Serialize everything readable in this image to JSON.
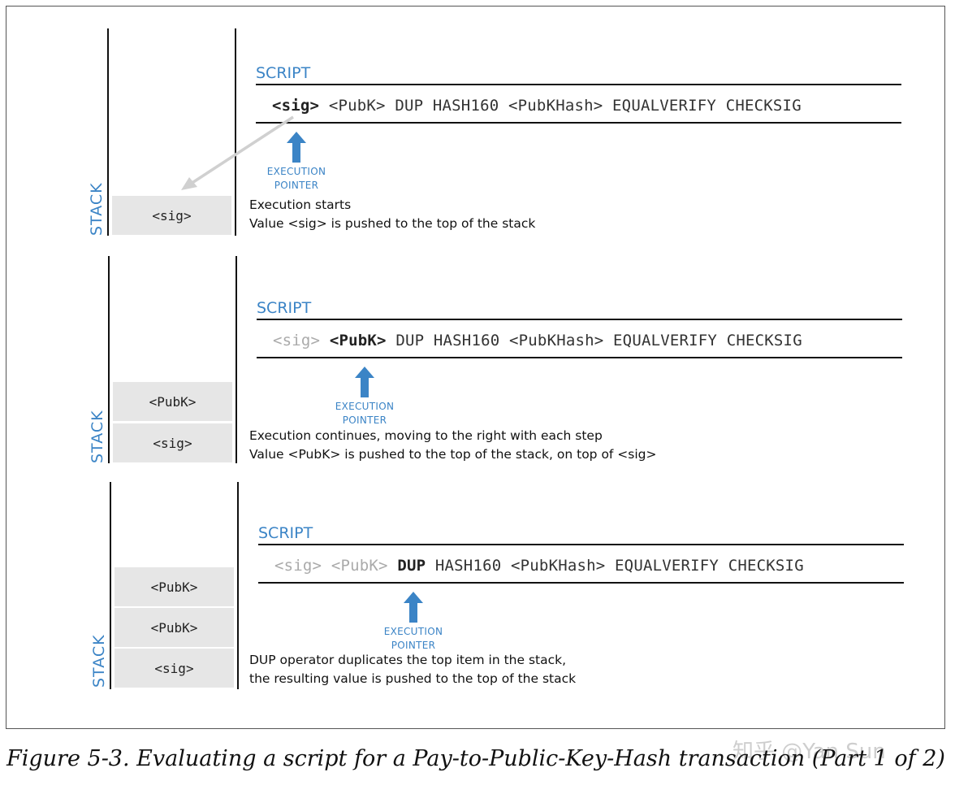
{
  "panels": [
    {
      "script_label": "SCRIPT",
      "stack_label": "STACK",
      "tokens": [
        {
          "text": "<sig>",
          "state": "current"
        },
        {
          "text": "<PubK>",
          "state": "normal"
        },
        {
          "text": "DUP",
          "state": "normal"
        },
        {
          "text": "HASH160",
          "state": "normal"
        },
        {
          "text": "<PubKHash>",
          "state": "normal"
        },
        {
          "text": "EQUALVERIFY",
          "state": "normal"
        },
        {
          "text": "CHECKSIG",
          "state": "normal"
        }
      ],
      "pointer_label": [
        "EXECUTION",
        "POINTER"
      ],
      "stack": [
        "<sig>"
      ],
      "description": [
        "Execution starts",
        "Value <sig> is pushed to the top of the stack"
      ]
    },
    {
      "script_label": "SCRIPT",
      "stack_label": "STACK",
      "tokens": [
        {
          "text": "<sig>",
          "state": "past"
        },
        {
          "text": "<PubK>",
          "state": "current"
        },
        {
          "text": "DUP",
          "state": "normal"
        },
        {
          "text": "HASH160",
          "state": "normal"
        },
        {
          "text": "<PubKHash>",
          "state": "normal"
        },
        {
          "text": "EQUALVERIFY",
          "state": "normal"
        },
        {
          "text": "CHECKSIG",
          "state": "normal"
        }
      ],
      "pointer_label": [
        "EXECUTION",
        "POINTER"
      ],
      "stack": [
        "<PubK>",
        "<sig>"
      ],
      "description": [
        "Execution continues, moving to the right with each step",
        "Value <PubK> is pushed to the top of the stack, on top of <sig>"
      ]
    },
    {
      "script_label": "SCRIPT",
      "stack_label": "STACK",
      "tokens": [
        {
          "text": "<sig>",
          "state": "past"
        },
        {
          "text": "<PubK>",
          "state": "past"
        },
        {
          "text": "DUP",
          "state": "current"
        },
        {
          "text": "HASH160",
          "state": "normal"
        },
        {
          "text": "<PubKHash>",
          "state": "normal"
        },
        {
          "text": "EQUALVERIFY",
          "state": "normal"
        },
        {
          "text": "CHECKSIG",
          "state": "normal"
        }
      ],
      "pointer_label": [
        "EXECUTION",
        "POINTER"
      ],
      "stack": [
        "<PubK>",
        "<PubK>",
        "<sig>"
      ],
      "description": [
        "DUP operator duplicates the top item in the stack,",
        "the resulting value is pushed to the top of the stack"
      ]
    }
  ],
  "caption": "Figure 5-3. Evaluating a script for a Pay-to-Public-Key-Hash transaction (Part 1 of 2)",
  "watermark": "知乎 @Yan Sun",
  "colors": {
    "accent": "#3b84c6",
    "stack_cell": "#e6e6e6",
    "arrow": "#d0d0d0",
    "past_token": "#aaaaaa"
  }
}
